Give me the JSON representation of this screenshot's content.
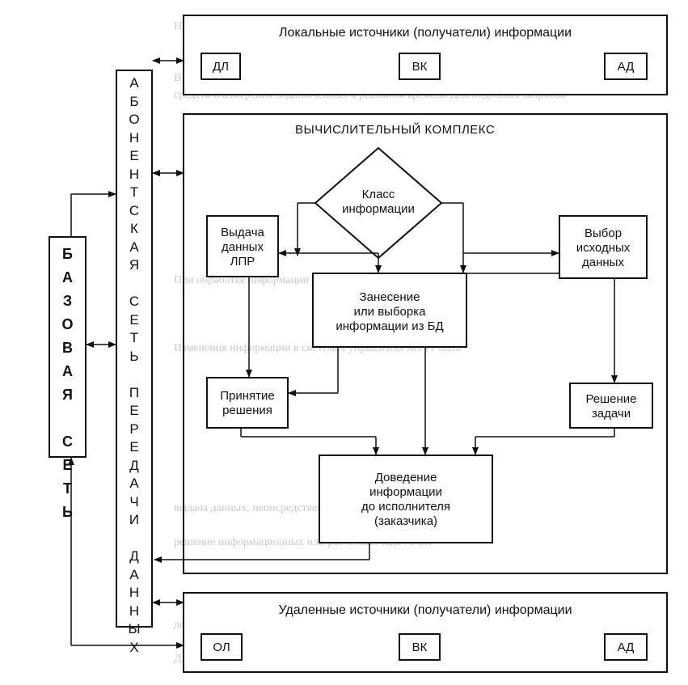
{
  "top_panel": {
    "title": "Локальные источники (получатели) информации",
    "items": [
      "ДЛ",
      "ВК",
      "АД"
    ]
  },
  "bottom_panel": {
    "title": "Удаленные источники (получатели) информации",
    "items": [
      "ОЛ",
      "ВК",
      "АД"
    ]
  },
  "complex": {
    "title": "ВЫЧИСЛИТЕЛЬНЫЙ КОМПЛЕКС",
    "decision": [
      "Класс",
      "информации"
    ],
    "output_lpr": [
      "Выдача",
      "данных",
      "ЛПР"
    ],
    "select_input": [
      "Выбор",
      "исходных",
      "данных"
    ],
    "db_entry": [
      "Занесение",
      "или выборка",
      "информации из БД"
    ],
    "make_decision": [
      "Принятие",
      "решения"
    ],
    "solve_task": [
      "Решение",
      "задачи"
    ],
    "deliver": [
      "Доведение",
      "информации",
      "до исполнителя",
      "(заказчика)"
    ]
  },
  "subscriber_network": "АБОНЕНТСКАЯ СЕТЬ ПЕРЕДАЧИ ДАННЫХ",
  "base_network": "БАЗОВАЯ СЕТЬ"
}
